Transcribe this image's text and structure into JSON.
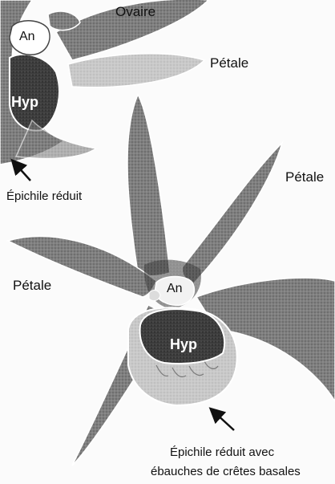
{
  "labels": {
    "ovaire": "Ovaire",
    "an_top": "An",
    "hyp_top": "Hyp",
    "petale_top": "Pétale",
    "epichile_top": "Épichile réduit",
    "petale_right": "Pétale",
    "petale_left": "Pétale",
    "an_bottom": "An",
    "hyp_bottom": "Hyp",
    "epichile_bottom_line1": "Épichile réduit avec",
    "epichile_bottom_line2": "ébauches de crêtes basales"
  },
  "colors": {
    "petal_fill": "#7a7a7a",
    "petal_dark": "#4a4a4a",
    "hypochile_dark": "#2b2b2b",
    "lip_light": "#d8d8d8",
    "outline": "#ffffff",
    "arrow": "#111111"
  }
}
